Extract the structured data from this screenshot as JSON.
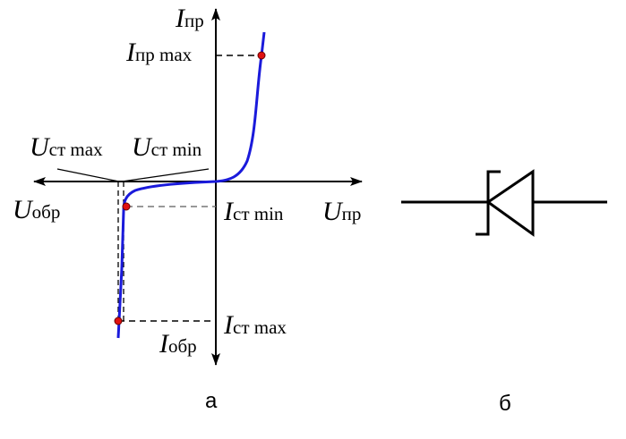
{
  "labels": {
    "i_forward": {
      "symbol": "I",
      "sub": "пр"
    },
    "i_forward_max": {
      "symbol": "I",
      "sub": "пр max"
    },
    "u_st_max": {
      "symbol": "U",
      "sub": "ст max"
    },
    "u_st_min": {
      "symbol": "U",
      "sub": "ст min"
    },
    "u_reverse": {
      "symbol": "U",
      "sub": "обр"
    },
    "u_forward": {
      "symbol": "U",
      "sub": "пр"
    },
    "i_st_min": {
      "symbol": "I",
      "sub": "ст min"
    },
    "i_st_max": {
      "symbol": "I",
      "sub": "ст max"
    },
    "i_reverse": {
      "symbol": "I",
      "sub": "обр"
    }
  },
  "captions": {
    "a": "а",
    "b": "б"
  },
  "colors": {
    "curve": "#1a1adb",
    "point": "#e01010",
    "axis": "#000000",
    "dashed": "#000000",
    "dashed_light": "#777777"
  }
}
